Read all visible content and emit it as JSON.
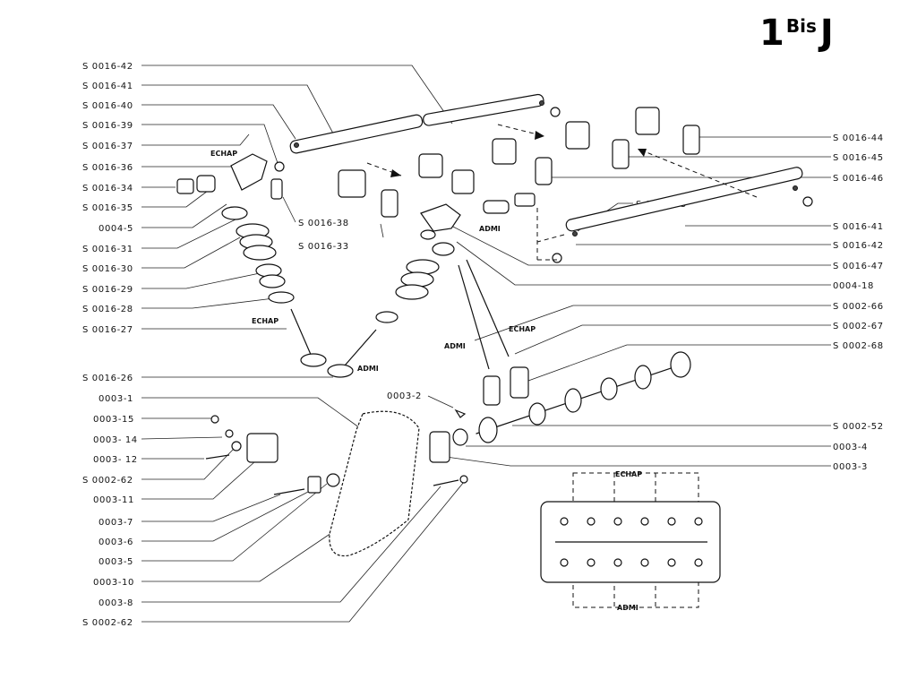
{
  "header": {
    "num": "1",
    "sup": "Bis",
    "letter": "J"
  },
  "labels_left": [
    "S 0016-42",
    "S 0016-41",
    "S 0016-40",
    "S 0016-39",
    "S 0016-37",
    "S 0016-36",
    "S 0016-34",
    "S 0016-35",
    "0004-5",
    "S 0016-31",
    "S 0016-30",
    "S 0016-29",
    "S 0016-28",
    "S 0016-27",
    "S 0016-26",
    "0003-1",
    "0003-15",
    "0003- 14",
    "0003- 12",
    "S 0002-62",
    "0003-11",
    "0003-7",
    "0003-6",
    "0003-5",
    "0003-10",
    "0003-8",
    "S 0002-62"
  ],
  "labels_right": [
    "S 0016-44",
    "S 0016-45",
    "S 0016-46",
    "S 0016-41",
    "S 0016-42",
    "S 0016-47",
    "0004-18",
    "S 0002-66",
    "S 0002-67",
    "S 0002-68",
    "S 0002-52",
    "0003-4",
    "0003-3"
  ],
  "labels_inner": {
    "s0016_38": "S 0016-38",
    "s0016_33": "S 0016-33",
    "s0016_43": "S 0016-43",
    "p0003_2": "0003-2"
  },
  "tags": {
    "echap": "ECHAP",
    "admi": "ADMI"
  }
}
